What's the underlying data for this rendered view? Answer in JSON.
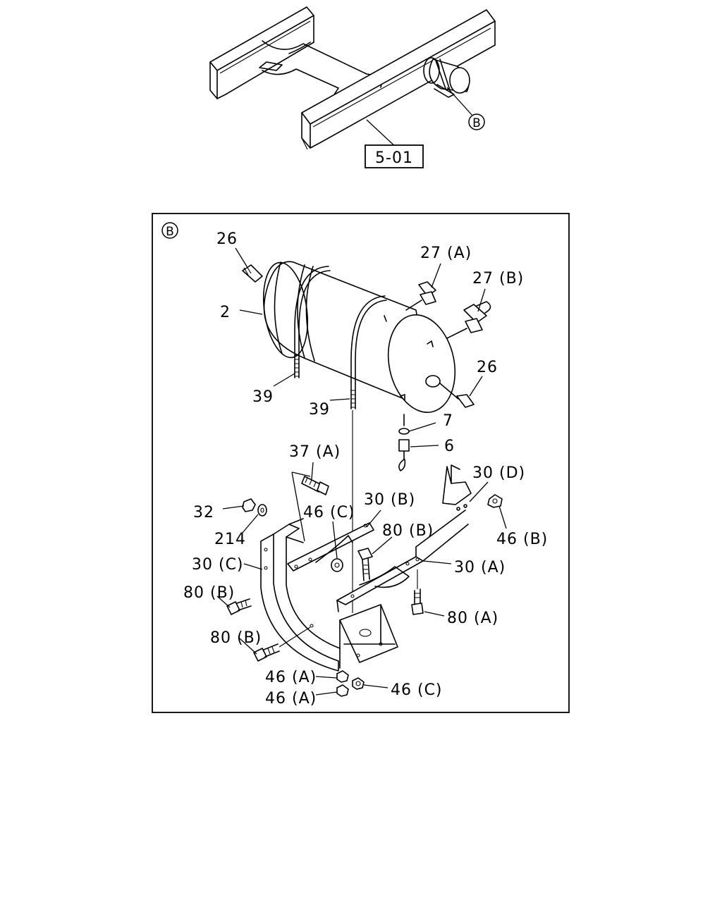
{
  "overview": {
    "section_ref": "5-01",
    "detail_marker": "B"
  },
  "detail": {
    "marker": "B",
    "callouts": {
      "c26a": "26",
      "c27a": "27 (A)",
      "c27b": "27 (B)",
      "c2": "2",
      "c26b": "26",
      "c39a": "39",
      "c39b": "39",
      "c7": "7",
      "c6": "6",
      "c37a": "37 (A)",
      "c30d": "30 (D)",
      "c32": "32",
      "c46c_top": "46 (C)",
      "c30b": "30 (B)",
      "c214": "214",
      "c80b_top": "80 (B)",
      "c46b": "46 (B)",
      "c30c": "30 (C)",
      "c30a": "30 (A)",
      "c80b_mid": "80 (B)",
      "c80a": "80 (A)",
      "c80b_low": "80 (B)",
      "c46a_1": "46 (A)",
      "c46c_low": "46 (C)",
      "c46a_2": "46 (A)"
    }
  }
}
